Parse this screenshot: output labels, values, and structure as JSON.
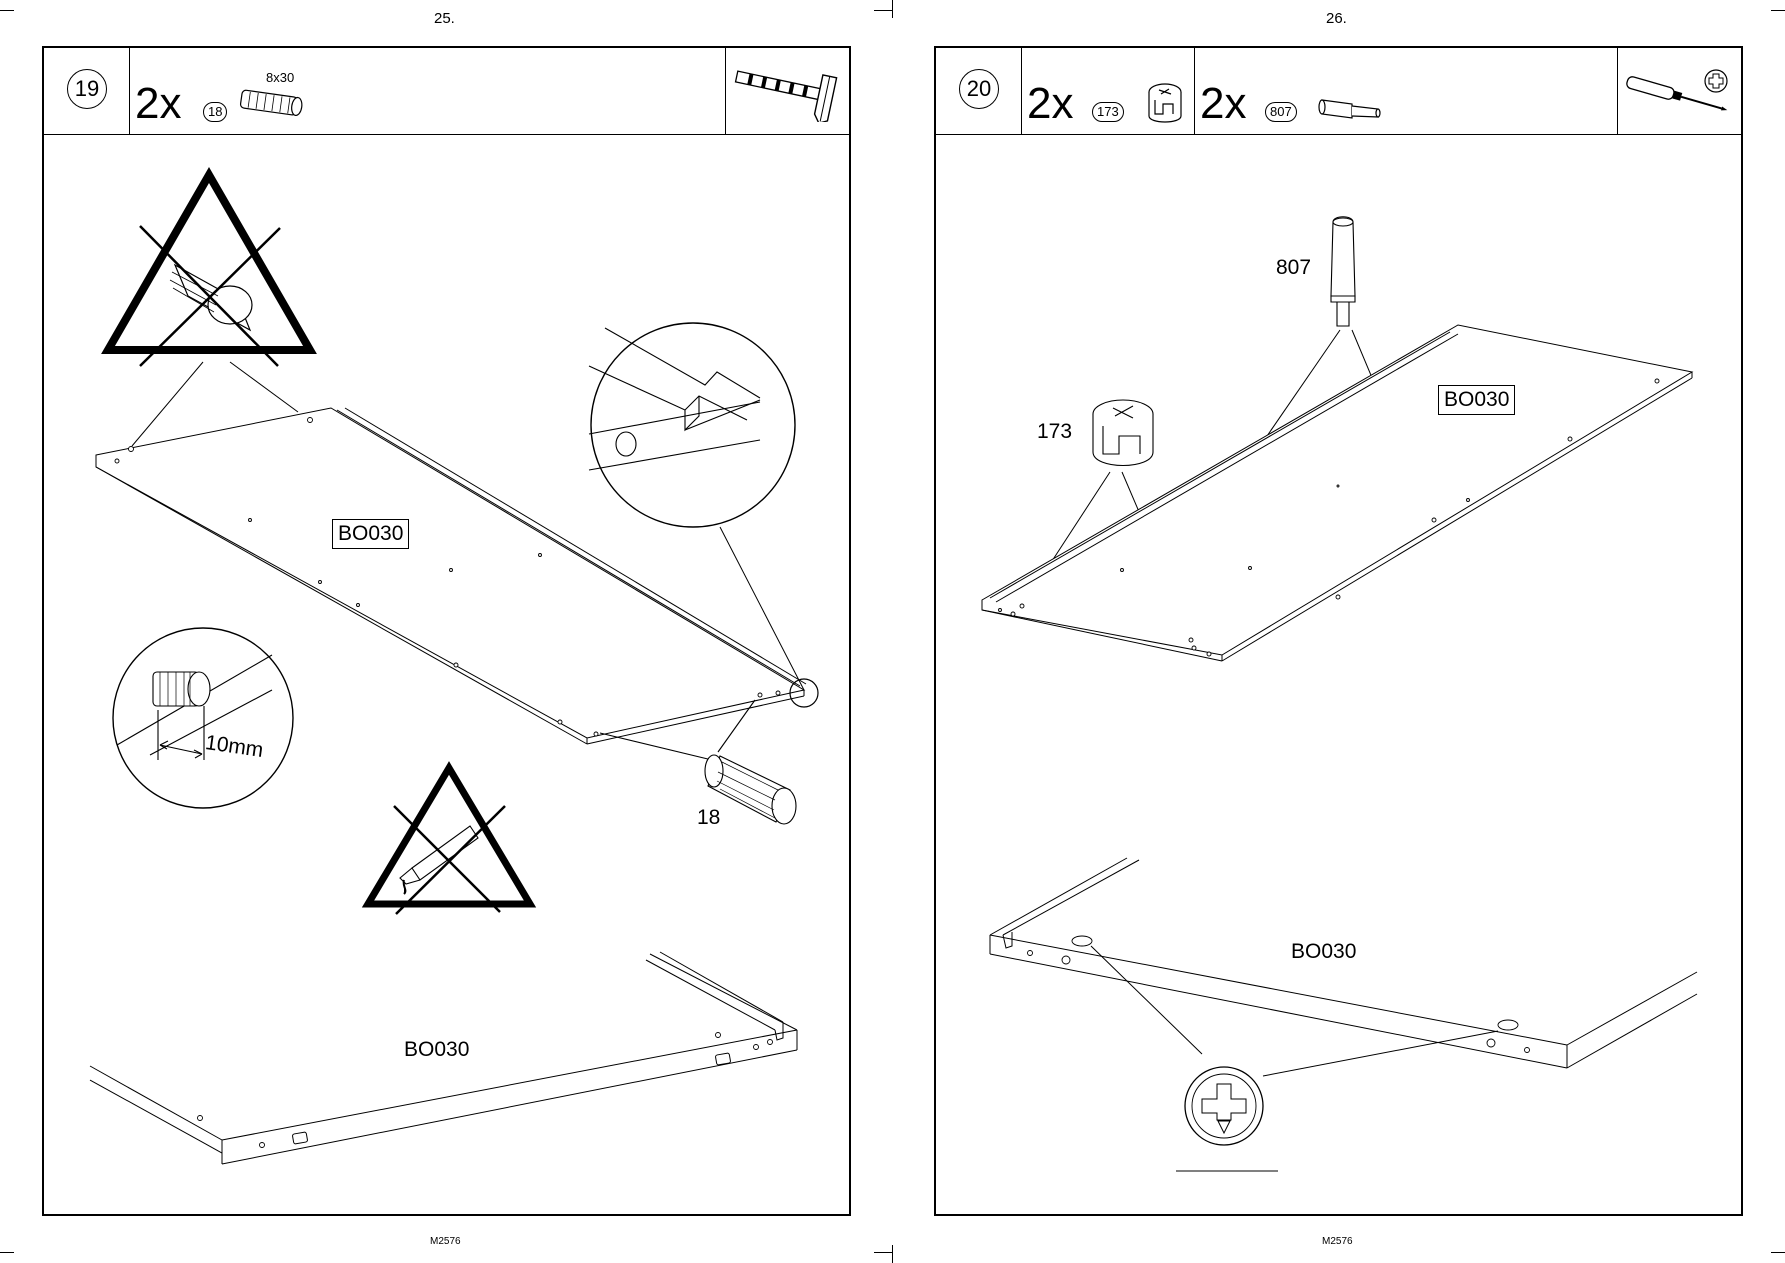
{
  "left_page": {
    "page_number": "25.",
    "footer": "M2576",
    "step": {
      "number": "19",
      "parts": [
        {
          "quantity": "2x",
          "part_id": "18",
          "spec": "8x30"
        }
      ],
      "tool": "hammer-icon"
    },
    "labels": {
      "panel_top": "BO030",
      "panel_bottom": "BO030",
      "dowel": "18",
      "measurement": "10mm"
    }
  },
  "right_page": {
    "page_number": "26.",
    "footer": "M2576",
    "step": {
      "number": "20",
      "parts": [
        {
          "quantity": "2x",
          "part_id": "173"
        },
        {
          "quantity": "2x",
          "part_id": "807"
        }
      ],
      "tool": "screwdriver-icon"
    },
    "labels": {
      "part_807": "807",
      "part_173": "173",
      "panel_top": "BO030",
      "panel_bottom": "BO030"
    }
  }
}
